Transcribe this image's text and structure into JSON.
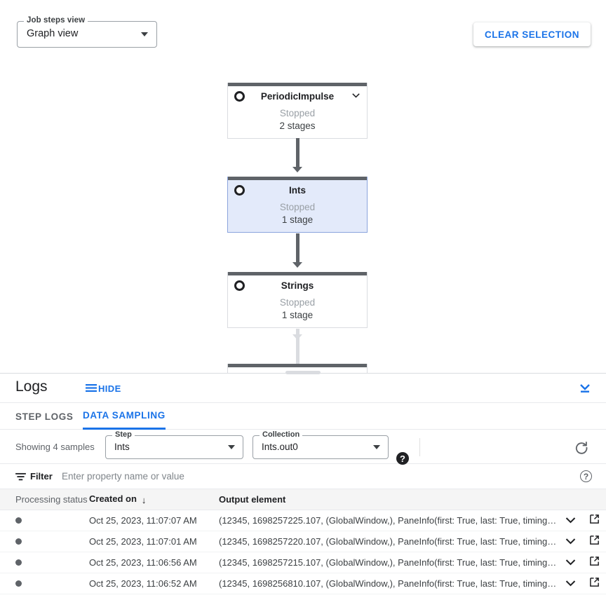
{
  "toolbar": {
    "view_select": {
      "label": "Job steps view",
      "value": "Graph view",
      "icon": "chevron-down-icon"
    },
    "clear_selection": "CLEAR SELECTION"
  },
  "graph": {
    "nodes": [
      {
        "name": "PeriodicImpulse",
        "status": "Stopped",
        "stages": "2 stages",
        "selected": false,
        "has_chevron": true,
        "icon": "stop-circle-icon"
      },
      {
        "name": "Ints",
        "status": "Stopped",
        "stages": "1 stage",
        "selected": true,
        "has_chevron": false,
        "icon": "stop-circle-icon"
      },
      {
        "name": "Strings",
        "status": "Stopped",
        "stages": "1 stage",
        "selected": false,
        "has_chevron": false,
        "icon": "stop-circle-icon"
      }
    ]
  },
  "logs": {
    "title": "Logs",
    "hide_label": "HIDE",
    "hide_icon": "list-icon",
    "collapse_icon": "collapse-down-icon",
    "tabs": [
      {
        "label": "STEP LOGS",
        "active": false
      },
      {
        "label": "DATA SAMPLING",
        "active": true
      }
    ]
  },
  "sampling": {
    "showing": "Showing 4 samples",
    "step": {
      "label": "Step",
      "value": "Ints"
    },
    "collection": {
      "label": "Collection",
      "value": "Ints.out0"
    },
    "help_icon": "help-filled-icon",
    "refresh_icon": "refresh-icon"
  },
  "filter": {
    "icon": "filter-icon",
    "label": "Filter",
    "placeholder": "Enter property name or value",
    "help_icon": "help-outline-icon"
  },
  "table": {
    "columns": {
      "status": "Processing status",
      "created": "Created on",
      "output": "Output element",
      "sort_arrow": "↓"
    },
    "rows": [
      {
        "status_dot": "●",
        "created": "Oct 25, 2023, 11:07:07 AM",
        "output": "(12345, 1698257225.107, (GlobalWindow,), PaneInfo(first: True, last: True, timing…"
      },
      {
        "status_dot": "●",
        "created": "Oct 25, 2023, 11:07:01 AM",
        "output": "(12345, 1698257220.107, (GlobalWindow,), PaneInfo(first: True, last: True, timing…"
      },
      {
        "status_dot": "●",
        "created": "Oct 25, 2023, 11:06:56 AM",
        "output": "(12345, 1698257215.107, (GlobalWindow,), PaneInfo(first: True, last: True, timing…"
      },
      {
        "status_dot": "●",
        "created": "Oct 25, 2023, 11:06:52 AM",
        "output": "(12345, 1698256810.107, (GlobalWindow,), PaneInfo(first: True, last: True, timing…"
      }
    ],
    "row_icons": {
      "expand": "chevron-down-icon",
      "open": "open-in-new-icon"
    }
  },
  "colors": {
    "accent": "#1a73e8",
    "node_bar": "#5f6368",
    "selected_node_bg": "#e3eafa"
  }
}
